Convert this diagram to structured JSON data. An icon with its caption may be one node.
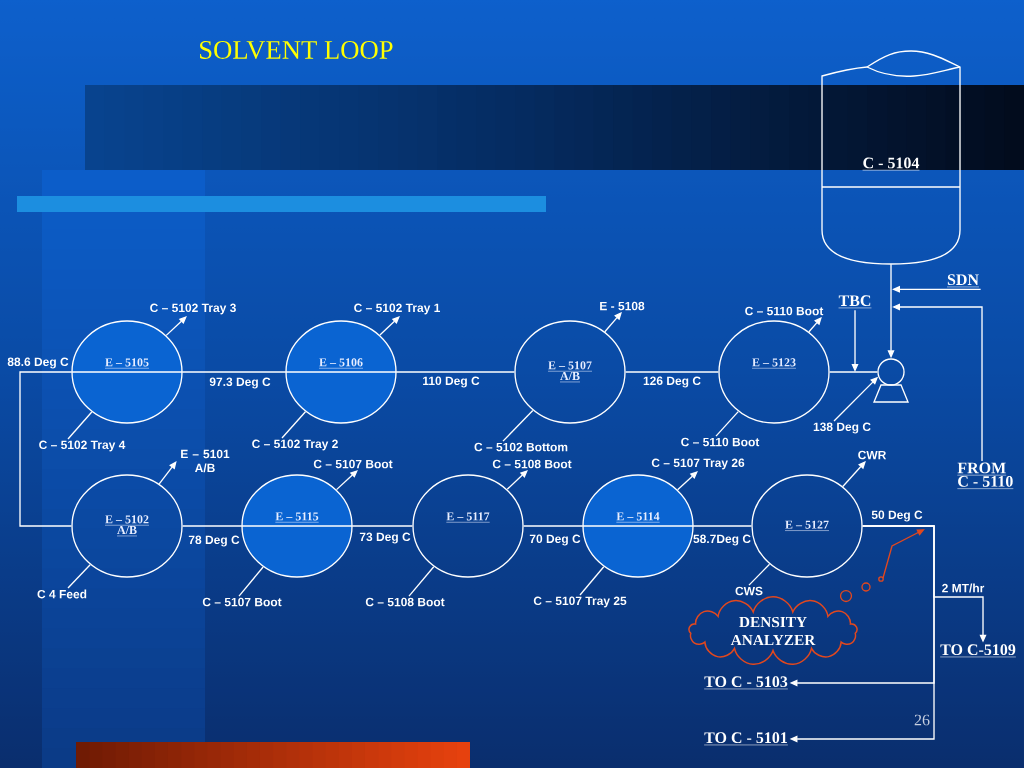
{
  "diagram": {
    "title": "SOLVENT LOOP",
    "nodes": [
      {
        "text": [
          "C - 5104"
        ]
      },
      {
        "text": [
          "SDN"
        ]
      },
      {
        "text": [
          "C – 5102 Tray 3"
        ]
      },
      {
        "text": [
          "C – 5102 Tray 1"
        ]
      },
      {
        "text": [
          "E - 5108"
        ]
      },
      {
        "text": [
          "C – 5110 Boot"
        ]
      },
      {
        "text": [
          "TBC"
        ]
      },
      {
        "text": [
          "E – 5105"
        ]
      },
      {
        "text": [
          "E – 5106"
        ]
      },
      {
        "text": [
          "E – 5107 A/B"
        ]
      },
      {
        "text": [
          "E – 5123"
        ]
      },
      {
        "text": [],
        "shape": "pump"
      },
      {
        "text": [
          "138 Deg C"
        ]
      },
      {
        "text": [
          "C – 5102 Tray 4"
        ]
      },
      {
        "text": [
          "C – 5102 Tray 2"
        ]
      },
      {
        "text": [
          "C – 5102 Bottom"
        ]
      },
      {
        "text": [
          "C – 5110 Boot"
        ]
      },
      {
        "text": [
          "E – 5101 A/B"
        ]
      },
      {
        "text": [
          "C – 5107 Boot"
        ]
      },
      {
        "text": [
          "C – 5108 Boot"
        ]
      },
      {
        "text": [
          "C – 5107 Tray 26"
        ]
      },
      {
        "text": [
          "CWR"
        ]
      },
      {
        "text": [
          "FROM C - 5110"
        ]
      },
      {
        "text": [
          "E – 5102 A/B"
        ]
      },
      {
        "text": [
          "E – 5115"
        ]
      },
      {
        "text": [
          "E – 5117"
        ]
      },
      {
        "text": [
          "E – 5114"
        ]
      },
      {
        "text": [
          "E – 5127"
        ]
      },
      {
        "text": [
          "C 4 Feed"
        ]
      },
      {
        "text": [
          "C – 5107 Boot"
        ]
      },
      {
        "text": [
          "C – 5108 Boot"
        ]
      },
      {
        "text": [
          "C – 5107 Tray 25"
        ]
      },
      {
        "text": [
          "CWS"
        ]
      },
      {
        "text": [
          "DENSITY ANALYZER"
        ]
      },
      {
        "text": [
          "TO C-5109"
        ]
      },
      {
        "text": [
          "TO C - 5103"
        ]
      },
      {
        "text": [
          "TO C - 5101"
        ]
      }
    ],
    "edges": [
      {
        "from": 0,
        "to": 11,
        "arrow": "to"
      },
      {
        "from": 1,
        "to": null,
        "arrow": "to"
      },
      {
        "from": 22,
        "to": null,
        "arrow": "to"
      },
      {
        "from": 6,
        "to": null,
        "arrow": "to"
      },
      {
        "from": 12,
        "to": 11,
        "arrow": "to"
      },
      {
        "from": 11,
        "to": 10,
        "arrow": "none"
      },
      {
        "from": 10,
        "to": 9,
        "arrow": "none",
        "label": "126 Deg C"
      },
      {
        "from": 9,
        "to": 8,
        "arrow": "none",
        "label": "110 Deg C"
      },
      {
        "from": 8,
        "to": 7,
        "arrow": "none",
        "label": "97.3 Deg C"
      },
      {
        "from": 7,
        "to": 23,
        "arrow": "none",
        "label": "88.6 Deg C"
      },
      {
        "from": 23,
        "to": 24,
        "arrow": "none",
        "label": "78 Deg C"
      },
      {
        "from": 24,
        "to": 25,
        "arrow": "none",
        "label": "73 Deg C"
      },
      {
        "from": 25,
        "to": 26,
        "arrow": "none",
        "label": "70 Deg C"
      },
      {
        "from": 26,
        "to": 27,
        "arrow": "none",
        "label": "58.7Deg C"
      },
      {
        "from": 27,
        "to": 36,
        "arrow": "to",
        "label": "50 Deg C"
      },
      {
        "from": 27,
        "to": 35,
        "arrow": "to"
      },
      {
        "from": 27,
        "to": 34,
        "arrow": "to",
        "label": "2 MT/hr"
      },
      {
        "from": 7,
        "to": 2,
        "arrow": "to"
      },
      {
        "from": 13,
        "to": 7,
        "arrow": "none"
      },
      {
        "from": 8,
        "to": 3,
        "arrow": "to"
      },
      {
        "from": 14,
        "to": 8,
        "arrow": "none"
      },
      {
        "from": 9,
        "to": 4,
        "arrow": "to"
      },
      {
        "from": 15,
        "to": 9,
        "arrow": "none"
      },
      {
        "from": 10,
        "to": 5,
        "arrow": "to"
      },
      {
        "from": 16,
        "to": 10,
        "arrow": "none"
      },
      {
        "from": 23,
        "to": 17,
        "arrow": "to"
      },
      {
        "from": 28,
        "to": 23,
        "arrow": "none"
      },
      {
        "from": 24,
        "to": 18,
        "arrow": "to"
      },
      {
        "from": 29,
        "to": 24,
        "arrow": "none"
      },
      {
        "from": 25,
        "to": 19,
        "arrow": "to"
      },
      {
        "from": 30,
        "to": 25,
        "arrow": "none"
      },
      {
        "from": 26,
        "to": 20,
        "arrow": "to"
      },
      {
        "from": 31,
        "to": 26,
        "arrow": "none"
      },
      {
        "from": 27,
        "to": 21,
        "arrow": "to"
      },
      {
        "from": 32,
        "to": 27,
        "arrow": "none"
      },
      {
        "from": 33,
        "to": null,
        "arrow": "to",
        "color": "#e2481e"
      }
    ],
    "labels": [
      "26"
    ]
  }
}
